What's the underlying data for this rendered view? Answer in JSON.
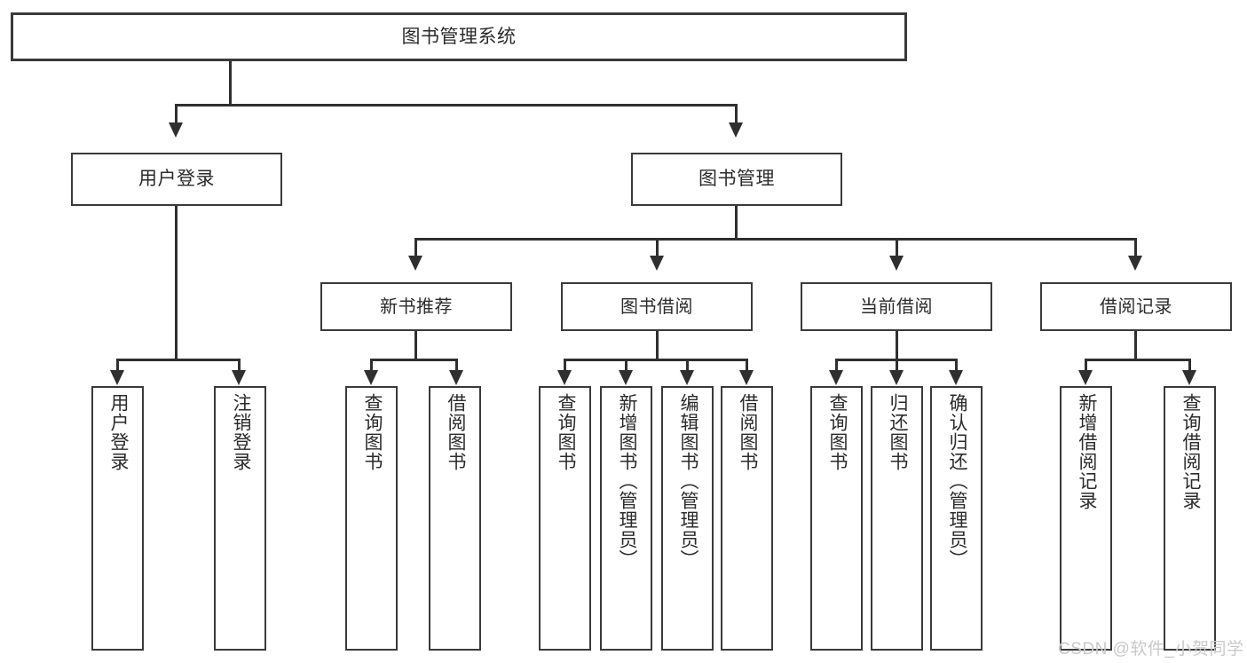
{
  "diagram": {
    "type": "tree-hierarchy",
    "title": "图书管理系统",
    "root": {
      "label": "图书管理系统"
    },
    "level1": [
      {
        "label": "用户登录"
      },
      {
        "label": "图书管理"
      }
    ],
    "level2": [
      {
        "label": "新书推荐"
      },
      {
        "label": "图书借阅"
      },
      {
        "label": "当前借阅"
      },
      {
        "label": "借阅记录"
      }
    ],
    "leaves": {
      "user_login": [
        {
          "label": "用户登录"
        },
        {
          "label": "注销登录"
        }
      ],
      "new_book_recommend": [
        {
          "label": "查询图书"
        },
        {
          "label": "借阅图书"
        }
      ],
      "book_borrow": [
        {
          "label": "查询图书"
        },
        {
          "label": "新增图书（管理员）"
        },
        {
          "label": "编辑图书（管理员）"
        },
        {
          "label": "借阅图书"
        }
      ],
      "current_borrow": [
        {
          "label": "查询图书"
        },
        {
          "label": "归还图书"
        },
        {
          "label": "确认归还（管理员）"
        }
      ],
      "borrow_record": [
        {
          "label": "新增借阅记录"
        },
        {
          "label": "查询借阅记录"
        }
      ]
    }
  },
  "watermark": {
    "text": "CSDN @软件_小贺同学"
  },
  "colors": {
    "stroke": "#2f2f2f",
    "box_border": "#3a3a3a",
    "text": "#2b2b2b",
    "background": "#ffffff",
    "watermark": "#c9c9c9"
  }
}
